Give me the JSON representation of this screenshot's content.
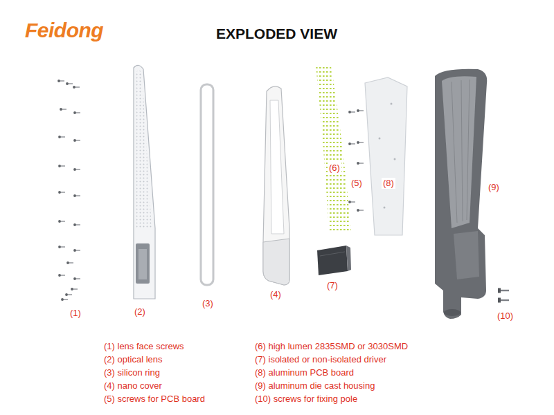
{
  "diagram": {
    "title": "EXPLODED VIEW",
    "labels": [
      "Feidong",
      "(1)",
      "(2)",
      "(3)",
      "(4)",
      "(6)",
      "(5)",
      "(8)",
      "(9)",
      "(7)",
      "(10)",
      "(1) lens face screws",
      "(2) optical lens",
      "(3) silicon ring",
      "(4) nano cover",
      "(5) screws for PCB board",
      "(6) high lumen 2835SMD or 3030SMD",
      "(7) isolated or non-isolated driver",
      "(8) aluminum PCB board",
      "(9) aluminum die cast housing",
      "(10) screws for fixing pole"
    ]
  }
}
